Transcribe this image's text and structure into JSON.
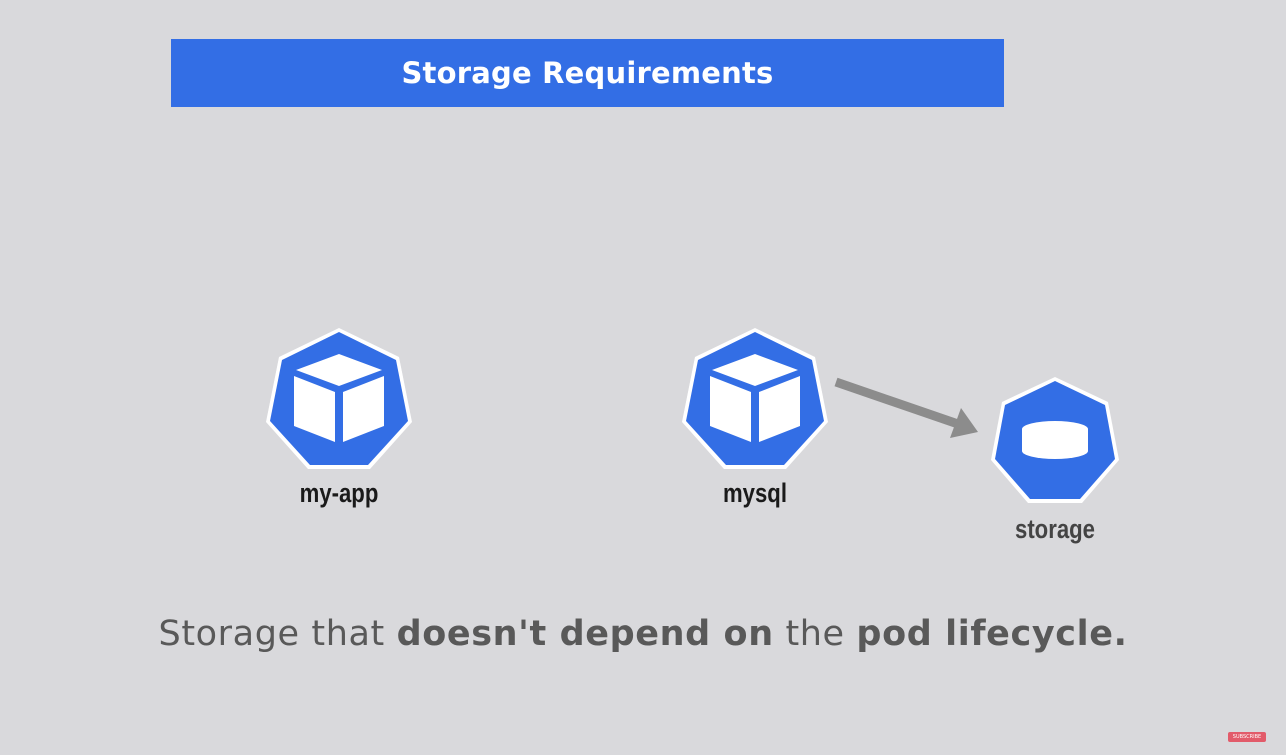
{
  "title": "Storage Requirements",
  "nodes": {
    "my_app": {
      "label": "my-app",
      "icon": "pod-cube-icon"
    },
    "mysql": {
      "label": "mysql",
      "icon": "pod-cube-icon"
    },
    "storage": {
      "label": "storage",
      "icon": "volume-disk-icon"
    }
  },
  "caption": {
    "part1": "Storage that ",
    "part2": "doesn't depend on",
    "part3": " the ",
    "part4": "pod lifecycle."
  },
  "badge": {
    "label": "SUBSCRIBE"
  },
  "colors": {
    "background": "#d9d9dc",
    "accent_blue": "#336ee5",
    "arrow_gray": "#8c8c8c"
  }
}
